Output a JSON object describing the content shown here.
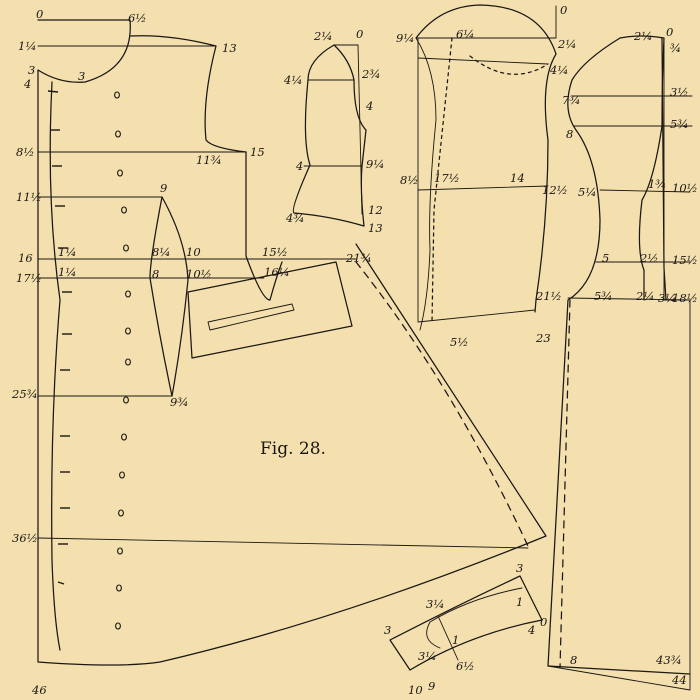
{
  "figure": {
    "caption": "Fig. 28."
  },
  "labels": {
    "vest_front": [
      "0",
      "6½",
      "1¼",
      "13",
      "3",
      "4",
      "3",
      "8½",
      "11¾",
      "15",
      "11½",
      "9",
      "16",
      "1¼",
      "8¼",
      "10",
      "15½",
      "17½",
      "1¼",
      "8",
      "10½",
      "16¼",
      "21¾",
      "25¾",
      "9¾",
      "36½",
      "46"
    ],
    "side_piece": [
      "2¼",
      "0",
      "4¼",
      "2¾",
      "4",
      "4",
      "9¼",
      "4¾",
      "12",
      "13"
    ],
    "sleeve": [
      "0",
      "9¼",
      "6¼",
      "2¼",
      "4¼",
      "8½",
      "17½",
      "14",
      "12½",
      "5½",
      "21½",
      "23"
    ],
    "back": [
      "2¼",
      "0",
      "¾",
      "7¾",
      "3½",
      "8",
      "5¾",
      "5¼",
      "1¾",
      "10½",
      "5",
      "2½",
      "15½",
      "5¾",
      "2¼",
      "3¼",
      "18½",
      "8",
      "43¾",
      "44"
    ],
    "pocket_flap": [
      "3",
      "3¼",
      "1",
      "4",
      "0",
      "3",
      "1",
      "3¼",
      "6½",
      "10",
      "9"
    ]
  }
}
